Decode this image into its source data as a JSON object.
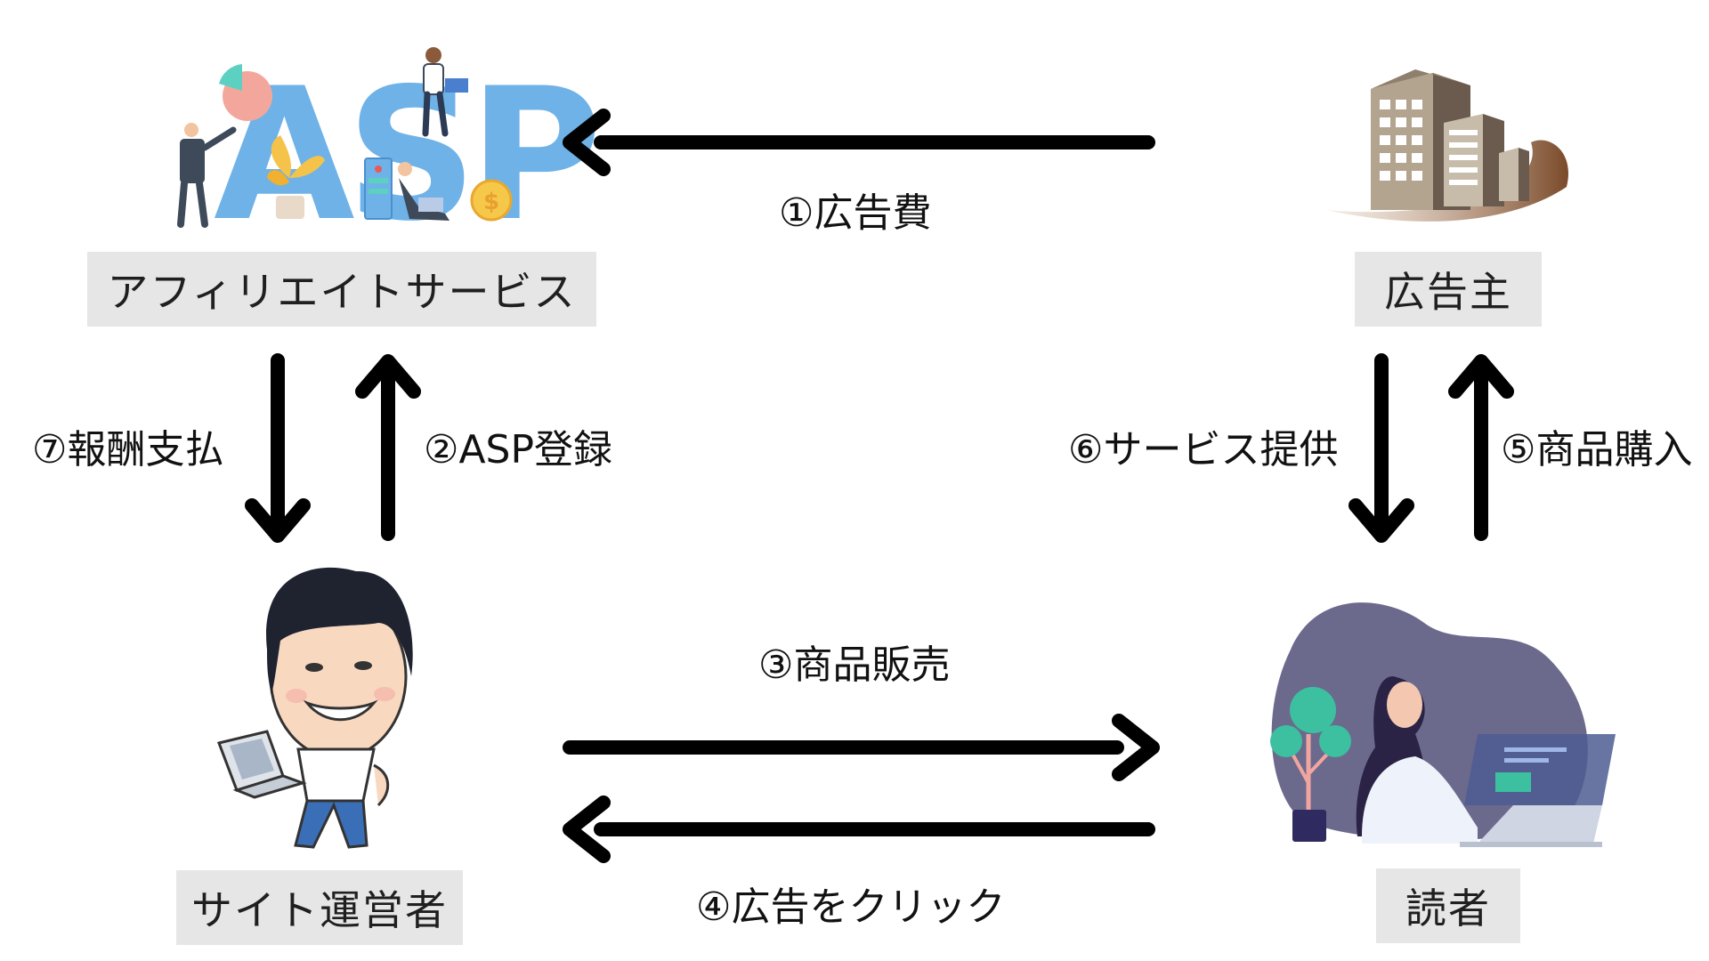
{
  "nodes": {
    "asp": {
      "label": "アフィリエイトサービス",
      "logo_text": "ASP"
    },
    "advertiser": {
      "label": "広告主"
    },
    "site_operator": {
      "label": "サイト運営者"
    },
    "reader": {
      "label": "読者"
    }
  },
  "edges": {
    "ad_fee": "①広告費",
    "asp_register": "②ASP登録",
    "product_sales": "③商品販売",
    "ad_click": "④広告をクリック",
    "product_purchase": "⑤商品購入",
    "service_provide": "⑥サービス提供",
    "reward_payment": "⑦報酬支払"
  },
  "colors": {
    "label_bg": "#e6e6e6",
    "arrow": "#000000",
    "asp_logo": "#6fb2e8",
    "building": "#b3a48f",
    "reader_blob": "#6b6a8d"
  }
}
